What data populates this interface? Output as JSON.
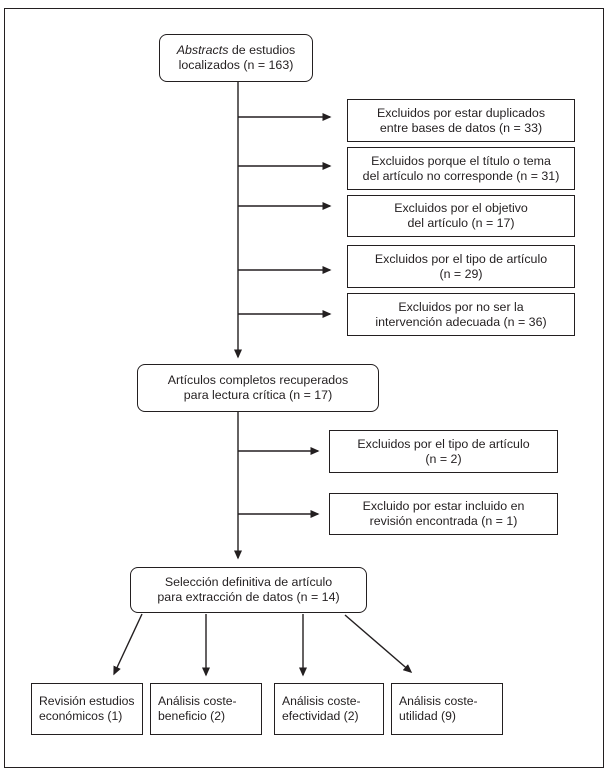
{
  "figure": {
    "kind": "flow-diagram",
    "language": "es",
    "background_color": "#ffffff",
    "line_color": "#231f20",
    "text_color": "#231f20"
  },
  "nodes": {
    "abstracts": {
      "line1_italic_word": "Abstracts",
      "line1_rest": " de estudios",
      "line2": "localizados (n = 163)",
      "count": 163
    },
    "excl_duplicados": {
      "line1": "Excluidos por estar duplicados",
      "line2": "entre bases de datos (n = 33)",
      "count": 33
    },
    "excl_titulo": {
      "line1": "Excluidos porque el título o tema",
      "line2": "del artículo no corresponde (n = 31)",
      "count": 31
    },
    "excl_objetivo": {
      "line1": "Excluidos por el objetivo",
      "line2": "del artículo (n = 17)",
      "count": 17
    },
    "excl_tipo_articulo_29": {
      "line1": "Excluidos por el tipo de artículo",
      "line2": "(n = 29)",
      "count": 29
    },
    "excl_intervencion": {
      "line1": "Excluidos por no ser la",
      "line2": "intervención adecuada (n = 36)",
      "count": 36
    },
    "completos": {
      "line1": "Artículos completos recuperados",
      "line2": "para lectura crítica (n = 17)",
      "count": 17
    },
    "excl_tipo_articulo_2": {
      "line1": "Excluidos por el tipo de artículo",
      "line2": "(n = 2)",
      "count": 2
    },
    "excl_revision_encontrada": {
      "line1": "Excluido por estar incluido en",
      "line2": "revisión encontrada (n = 1)",
      "count": 1
    },
    "seleccion": {
      "line1": "Selección definitiva de artículo",
      "line2": "para extracción de datos (n = 14)",
      "count": 14
    },
    "revision_economicos": {
      "line1": "Revisión estudios",
      "line2": "económicos (1)",
      "count": 1
    },
    "coste_beneficio": {
      "line1": "Análisis coste-",
      "line2": "beneficio (2)",
      "count": 2
    },
    "coste_efectividad": {
      "line1": "Análisis coste-",
      "line2": "efectividad (2)",
      "count": 2
    },
    "coste_utilidad": {
      "line1": "Análisis coste-",
      "line2": "utilidad (9)",
      "count": 9
    }
  }
}
